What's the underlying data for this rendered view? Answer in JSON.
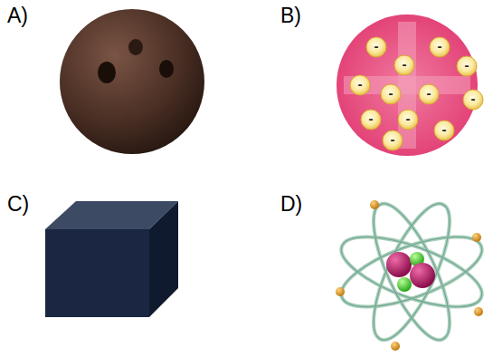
{
  "diagram": {
    "labels": [
      "A)",
      "B)",
      "C)",
      "D)",
      "-",
      "-",
      "-",
      "-",
      "-",
      "-",
      "-",
      "-",
      "-",
      "-",
      "-",
      "-"
    ]
  }
}
